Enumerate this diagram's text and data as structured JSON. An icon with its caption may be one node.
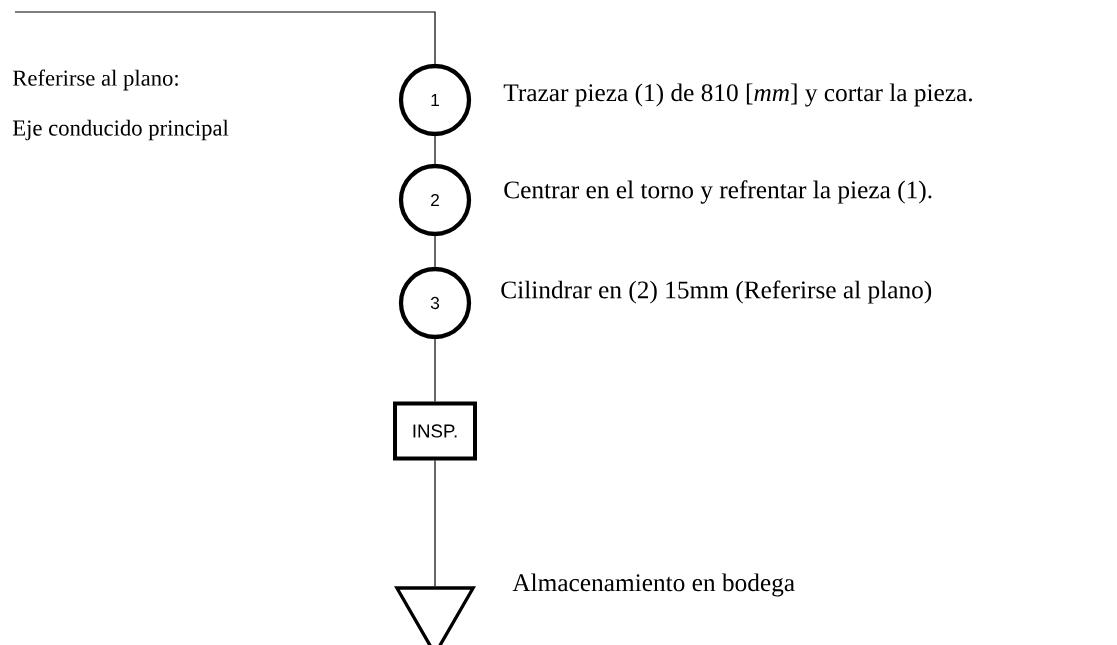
{
  "diagram": {
    "nodes": [
      {
        "text": [
          "1"
        ],
        "beside": [
          "Trazar pieza (1) de 810 [*mm*]  y cortar la pieza."
        ]
      },
      {
        "text": [
          "2"
        ],
        "beside": [
          "Centrar en el torno y refrentar la pieza (1)."
        ]
      },
      {
        "text": [
          "3"
        ],
        "beside": [
          "Cilindrar en (2) 15mm (Referirse al plano)"
        ]
      },
      {
        "text": [
          "INSP."
        ]
      },
      {
        "text": [],
        "shape": "triangle",
        "beside": [
          "Almacenamiento en bodega"
        ]
      }
    ],
    "edges": [
      {
        "from": null,
        "to": 0,
        "arrow": "none"
      },
      {
        "from": 0,
        "to": 1,
        "arrow": "none"
      },
      {
        "from": 1,
        "to": 2,
        "arrow": "none"
      },
      {
        "from": 2,
        "to": 3,
        "arrow": "none"
      },
      {
        "from": 3,
        "to": 4,
        "arrow": "none"
      }
    ],
    "labels": [
      "Referirse al plano:",
      "Eje conducido principal"
    ]
  }
}
